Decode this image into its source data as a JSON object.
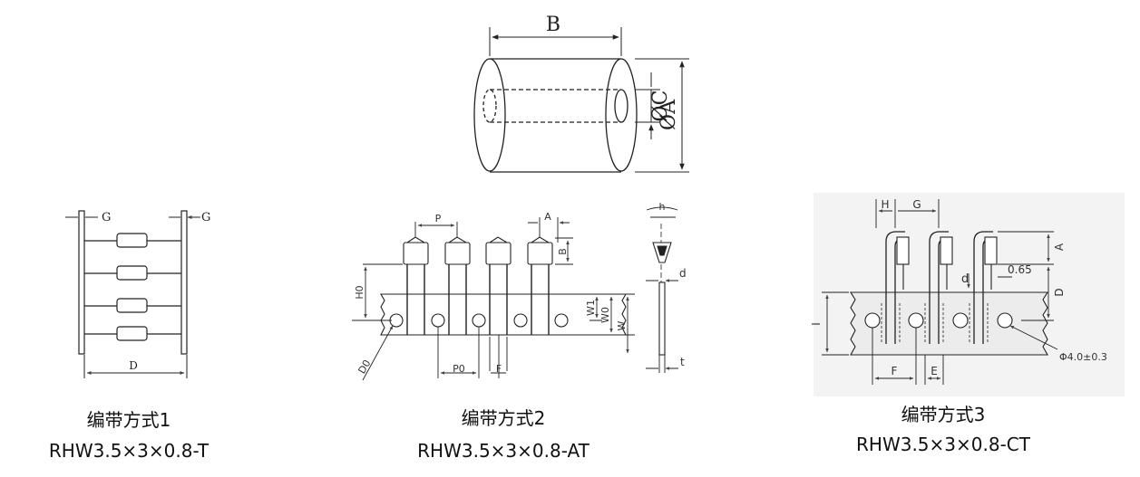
{
  "core": {
    "labels": {
      "length": "B",
      "inner_dia": "ØC",
      "outer_dia": "ØA"
    }
  },
  "taping1": {
    "title": "编带方式1",
    "part_number": "RHW3.5×3×0.8-T",
    "labels": {
      "g_left": "G",
      "g_right": "G",
      "d": "D"
    }
  },
  "taping2": {
    "title": "编带方式2",
    "part_number": "RHW3.5×3×0.8-AT",
    "labels": {
      "p": "P",
      "a": "A",
      "b": "B",
      "h0": "H0",
      "w1": "W1",
      "w0": "W0",
      "w": "W",
      "d0": "D0",
      "p0": "P0",
      "f": "F",
      "h": "h",
      "d": "d",
      "t": "t"
    }
  },
  "taping3": {
    "title": "编带方式3",
    "part_number": "RHW3.5×3×0.8-CT",
    "labels": {
      "h": "H",
      "g": "G",
      "a": "A",
      "dim_065": "0.65",
      "d_big": "D",
      "d_small": "d",
      "i": "I",
      "f": "F",
      "e": "E",
      "hole": "Φ4.0±0.3"
    }
  }
}
